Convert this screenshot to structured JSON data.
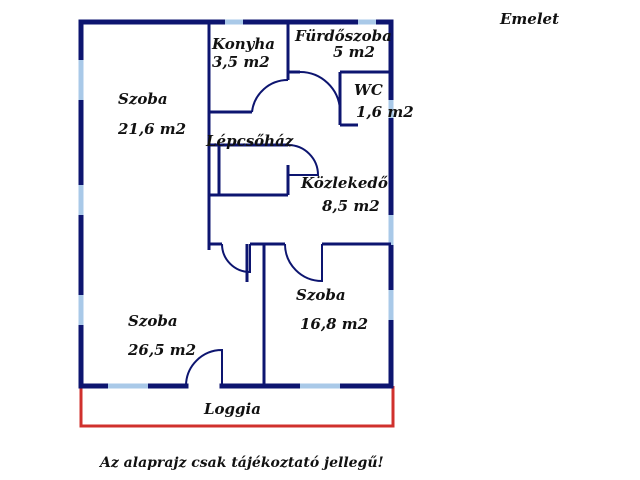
{
  "floor_label": "Emelet",
  "rooms": [
    {
      "name": "Szoba",
      "area": "21,6 m2"
    },
    {
      "name": "Konyha",
      "area": "3,5 m2"
    },
    {
      "name": "Fürdőszoba",
      "area": "5 m2"
    },
    {
      "name": "WC",
      "area": "1,6 m2"
    },
    {
      "name": "Lépcsőház",
      "area": ""
    },
    {
      "name": "Közlekedő",
      "area": "8,5 m2"
    },
    {
      "name": "Szoba",
      "area": "16,8 m2"
    },
    {
      "name": "Szoba",
      "area": "26,5 m2"
    },
    {
      "name": "Loggia",
      "area": ""
    }
  ],
  "disclaimer": "Az alaprajz csak tájékoztató jellegű!",
  "colors": {
    "wall": "#0d1570",
    "window": "#a9c9e8",
    "loggia": "#d0312d",
    "door": "#0d1570"
  }
}
